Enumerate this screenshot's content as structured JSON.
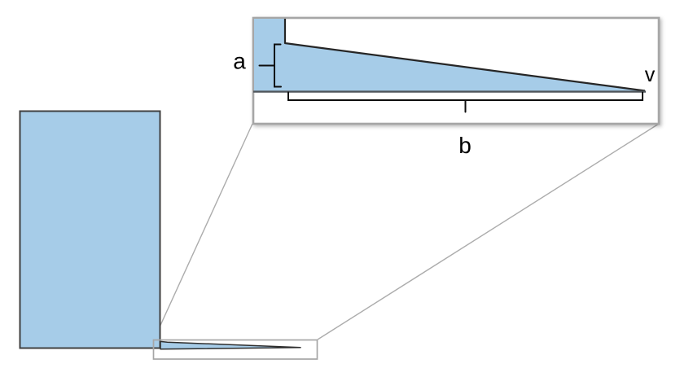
{
  "diagram": {
    "description": "Schematic of a slab with a thin tapered blade edge; a magnified inset shows the taper geometry.",
    "labels": {
      "a": "a",
      "b": "b",
      "v": "v"
    },
    "colors": {
      "shape_fill": "#A6CCE8",
      "shape_border": "#404040",
      "taper_edge": "#262626",
      "baseline": "#50565B",
      "dimension_stroke": "#0d0d0d",
      "frame_gray": "#A6A6A6",
      "connector_gray": "#ACACAC",
      "background": "#FFFFFF"
    }
  }
}
